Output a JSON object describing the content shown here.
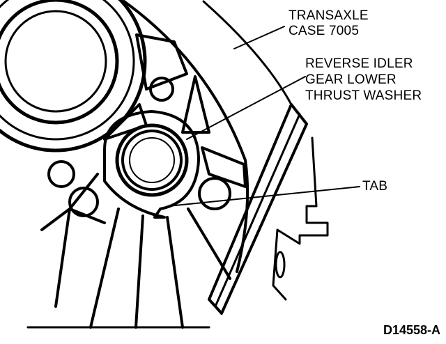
{
  "figure_id": "D14558-A",
  "callouts": {
    "transaxle_case": [
      "TRANSAXLE",
      "CASE 7005"
    ],
    "thrust_washer": [
      "REVERSE IDLER",
      "GEAR LOWER",
      "THRUST WASHER"
    ],
    "tab": "TAB"
  },
  "colors": {
    "ink": "#000000",
    "paper": "#ffffff"
  }
}
